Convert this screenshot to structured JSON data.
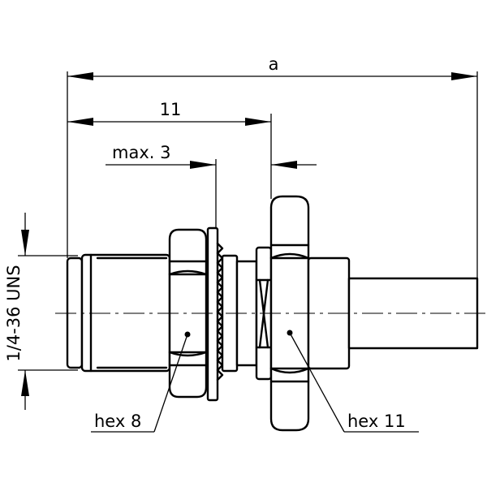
{
  "dimensions": {
    "overall_length": "a",
    "mount_length": "11",
    "panel_thickness": "max. 3",
    "thread": "1/4-36 UNS"
  },
  "callouts": {
    "small_hex": "hex 8",
    "large_hex": "hex 11"
  }
}
